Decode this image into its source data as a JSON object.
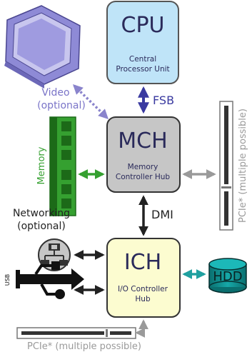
{
  "cpu": {
    "title": "CPU",
    "subtitle_line1": "Central",
    "subtitle_line2": "Processor Unit"
  },
  "fsb": {
    "label": "FSB"
  },
  "mch": {
    "title": "MCH",
    "subtitle_line1": "Memory",
    "subtitle_line2": "Controller Hub"
  },
  "dmi": {
    "label": "DMI"
  },
  "ich": {
    "title": "ICH",
    "subtitle_line1": "I/O Controller",
    "subtitle_line2": "Hub"
  },
  "video": {
    "label_line1": "Video",
    "label_line2": "(optional)"
  },
  "memory": {
    "label": "Memory"
  },
  "pcie_right": {
    "label": "PCIe* (multiple possible)"
  },
  "networking": {
    "label_line1": "Networking",
    "label_line2": "(optional)"
  },
  "usb": {
    "label": "USB"
  },
  "hdd": {
    "label": "HDD"
  },
  "pcie_bottom": {
    "label": "PCIe* (multiple possible)"
  },
  "colors": {
    "cpu_fill": "#bfe4f8",
    "mch_fill": "#c6c6c6",
    "ich_fill": "#fcfcd0",
    "hdd_fill": "#0f8f8f",
    "memory_green": "#35a030",
    "video_purple": "#7a74c8",
    "dark_arrow": "#222222",
    "gray_arrow": "#9a9a9a",
    "teal_arrow": "#20a0a0",
    "navy_arrow": "#3a3aa0"
  }
}
